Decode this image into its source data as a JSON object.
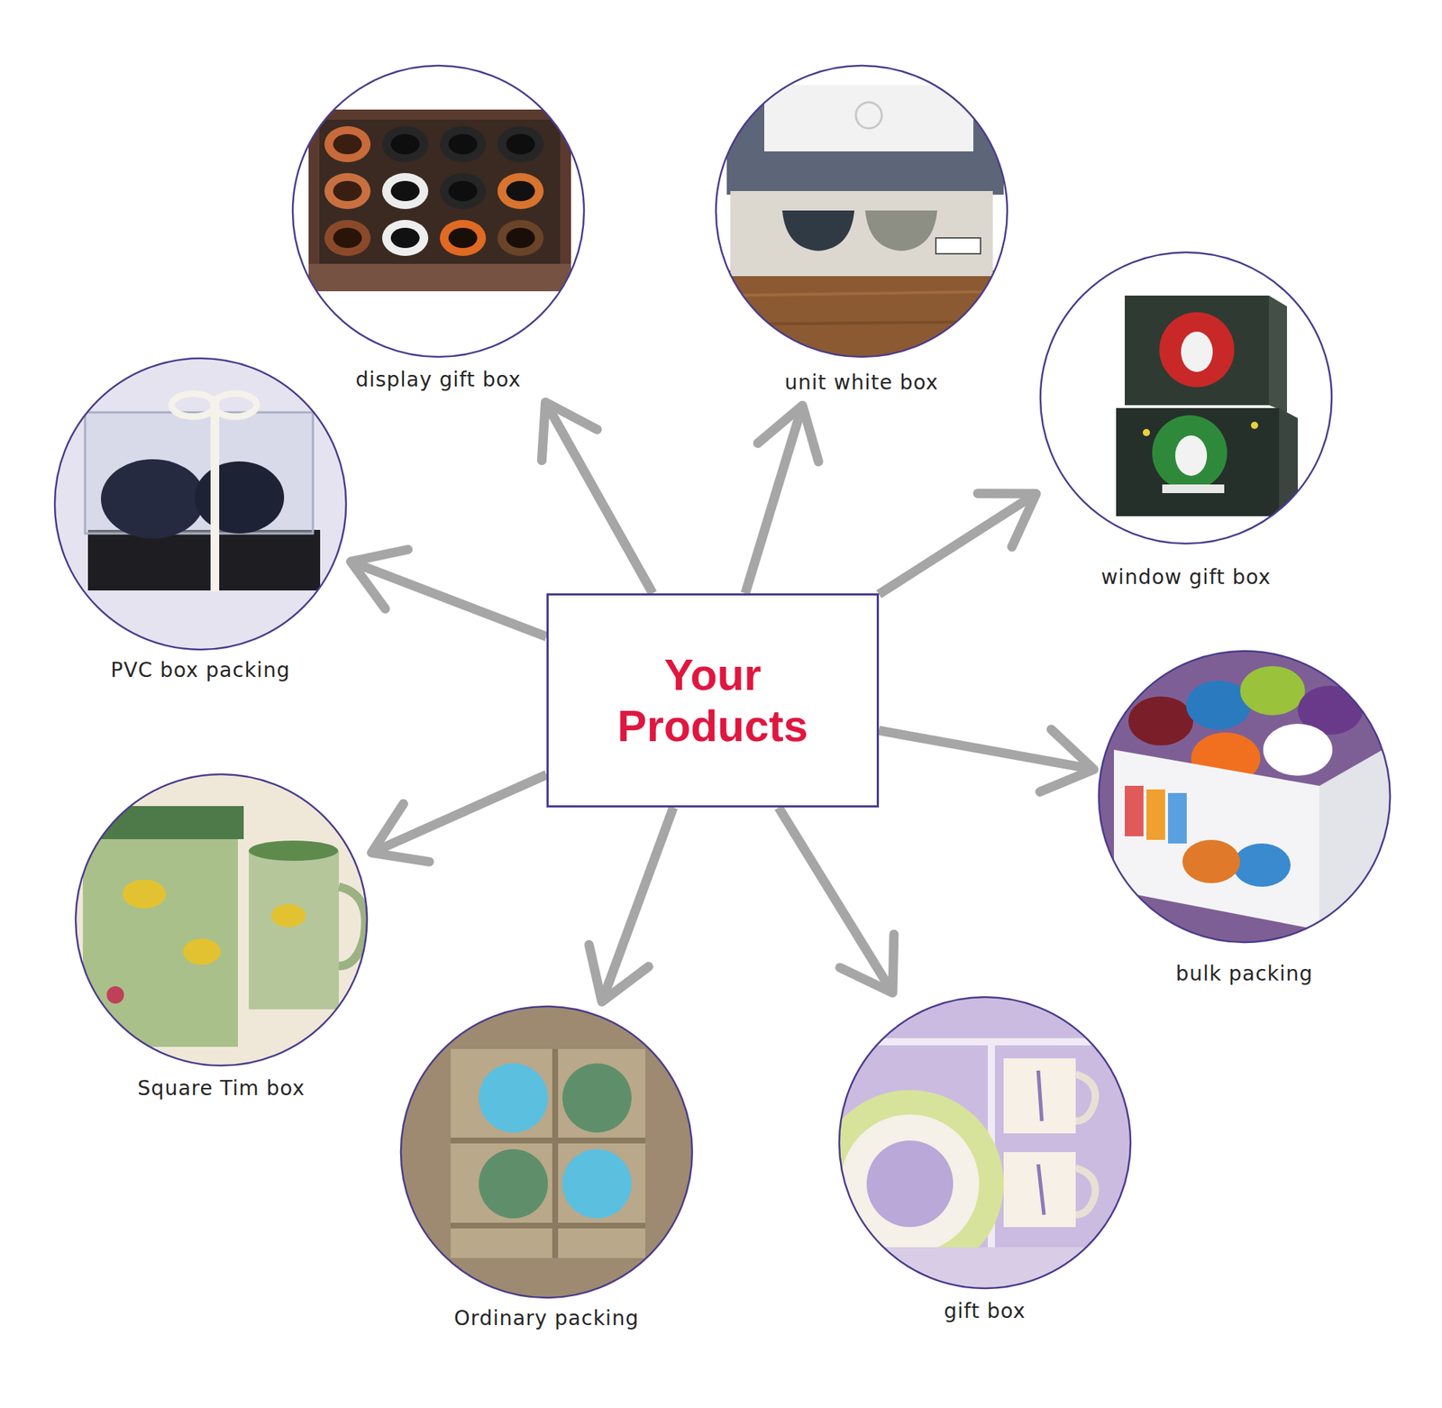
{
  "diagram": {
    "nodes": [
      {
        "text": [
          "display gift box"
        ]
      },
      {
        "text": [
          "unit white box"
        ]
      },
      {
        "text": [
          "window gift box"
        ]
      },
      {
        "text": [
          "PVC box packing"
        ]
      },
      {
        "text": [
          "Your Products"
        ]
      },
      {
        "text": [
          "bulk packing"
        ]
      },
      {
        "text": [
          "Square Tim box"
        ]
      },
      {
        "text": [
          "Ordinary packing"
        ]
      },
      {
        "text": [
          "gift box"
        ]
      }
    ],
    "edges": [
      {
        "from": 4,
        "to": 0,
        "arrow": "to"
      },
      {
        "from": 4,
        "to": 1,
        "arrow": "to"
      },
      {
        "from": 4,
        "to": 2,
        "arrow": "to"
      },
      {
        "from": 4,
        "to": 3,
        "arrow": "to"
      },
      {
        "from": 4,
        "to": 5,
        "arrow": "to"
      },
      {
        "from": 4,
        "to": 6,
        "arrow": "to"
      },
      {
        "from": 4,
        "to": 7,
        "arrow": "to"
      },
      {
        "from": 4,
        "to": 8,
        "arrow": "to"
      }
    ]
  }
}
